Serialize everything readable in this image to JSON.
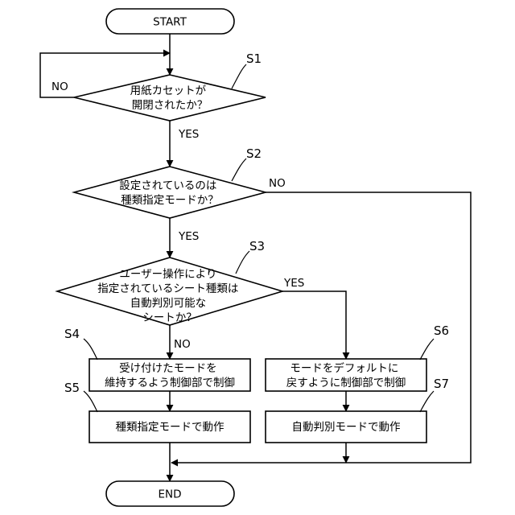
{
  "terminals": {
    "start": "START",
    "end": "END"
  },
  "decisions": {
    "s1": {
      "lines": [
        "用紙カセットが",
        "開閉されたか？"
      ]
    },
    "s2": {
      "lines": [
        "設定されているのは",
        "種類指定モードか？"
      ]
    },
    "s3": {
      "lines": [
        "ユーザー操作により",
        "指定されているシート種類は",
        "自動判別可能な",
        "シートか？"
      ]
    }
  },
  "processes": {
    "s4": {
      "lines": [
        "受け付けたモードを",
        "維持するよう制御部で制御"
      ]
    },
    "s5": {
      "lines": [
        "種類指定モードで動作"
      ]
    },
    "s6": {
      "lines": [
        "モードをデフォルトに",
        "戻すように制御部で制御"
      ]
    },
    "s7": {
      "lines": [
        "自動判別モードで動作"
      ]
    }
  },
  "step_labels": {
    "s1": "S1",
    "s2": "S2",
    "s3": "S3",
    "s4": "S4",
    "s5": "S5",
    "s6": "S6",
    "s7": "S7"
  },
  "branch_labels": {
    "s1_no": "NO",
    "s1_yes": "YES",
    "s2_no": "NO",
    "s2_yes": "YES",
    "s3_yes": "YES",
    "s3_no": "NO"
  }
}
